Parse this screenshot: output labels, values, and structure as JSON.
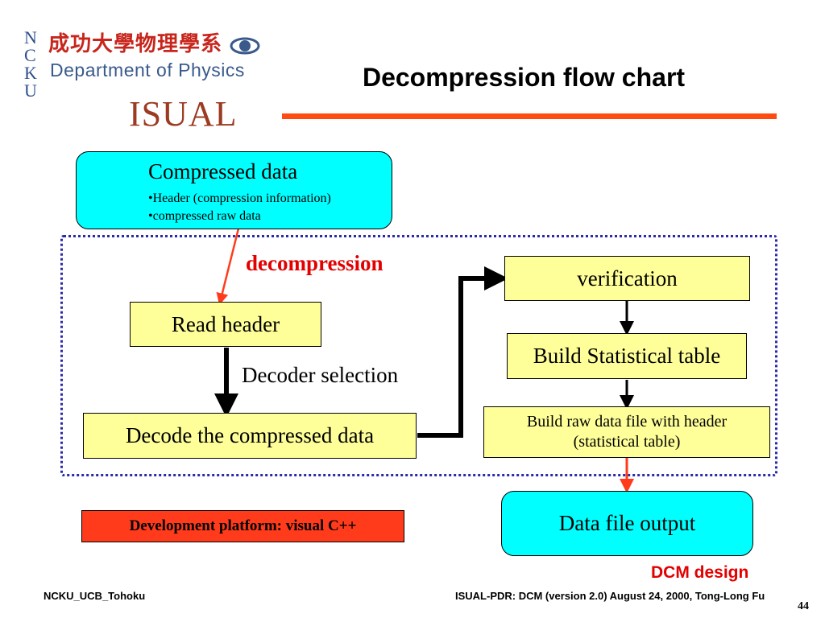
{
  "logo": {
    "ncku_letters": [
      "N",
      "C",
      "K",
      "U"
    ],
    "chinese_name": "成功大學物理學系",
    "department": "Department of Physics",
    "isual": "ISUAL"
  },
  "slide": {
    "title": "Decompression flow chart"
  },
  "nodes": {
    "compressed_data": {
      "title": "Compressed data",
      "bullets": [
        "•Header (compression information)",
        "•compressed raw data"
      ]
    },
    "read_header": "Read header",
    "decode": "Decode the compressed data",
    "verification": "verification",
    "build_stat": "Build Statistical table",
    "build_raw_line1": "Build raw data file with header",
    "build_raw_line2": "(statistical table)",
    "data_output": "Data file output"
  },
  "labels": {
    "decompression": "decompression",
    "decoder_selection": "Decoder selection",
    "dev_platform": "Development platform: visual C++",
    "dcm_design": "DCM design"
  },
  "footer": {
    "left": "NCKU_UCB_Tohoku",
    "right": "ISUAL-PDR: DCM (version 2.0)  August 24, 2000, Tong-Long Fu",
    "page": "44"
  },
  "colors": {
    "accent_orange": "#ff4a12",
    "cyan": "#00ffff",
    "yellow": "#ffff99",
    "red_text": "#e30000",
    "dotted_border": "#2b2ba8"
  }
}
